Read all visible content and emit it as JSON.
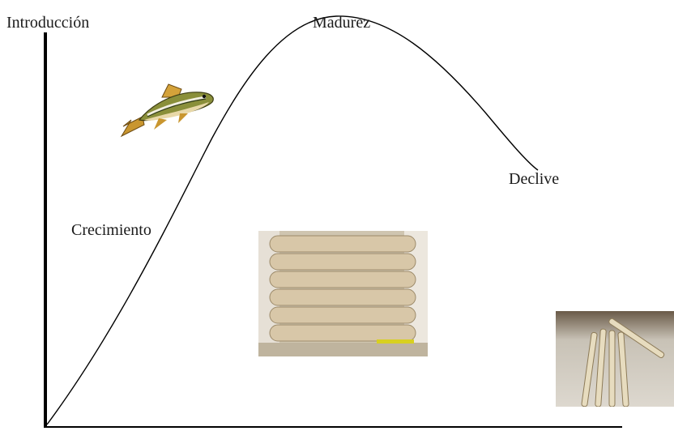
{
  "labels": {
    "introduccion": "Introducción",
    "madurez": "Madurez",
    "crecimiento": "Crecimiento",
    "declive": "Declive"
  },
  "images": {
    "fish": "trout-fish-illustration",
    "sausages": "sausage-rolls-photo",
    "sticks": "breadsticks-photo"
  },
  "colors": {
    "curve": "#000000",
    "axis": "#000000",
    "text": "#1a1a1a"
  }
}
